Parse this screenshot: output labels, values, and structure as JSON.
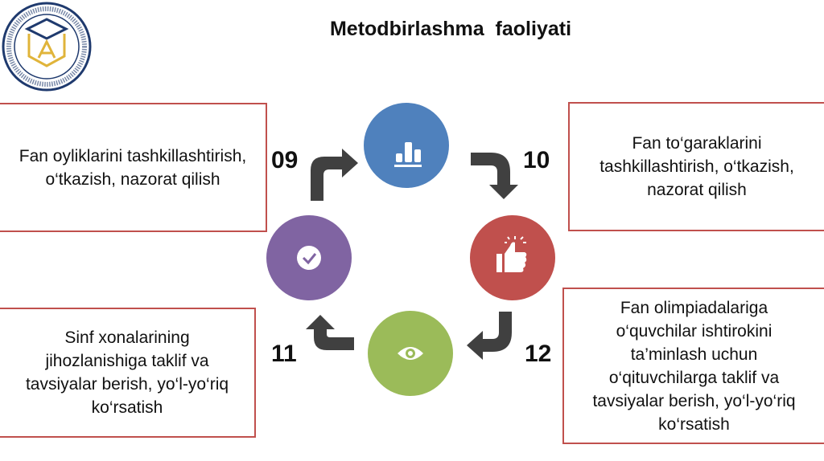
{
  "title": "Metodbirlashma  faoliyati",
  "logo": {
    "text": "SAMARQAND VILOYATI XALQ TA'LIMI XODIMLARINI QAYTA TAYYORLASH VA ULARNING MALAKASINI OSHIRISH HUDUDIY MARKAZI"
  },
  "steps": [
    {
      "number": "09",
      "text": "Fan oyliklarini tashkillashtirish, o‘tkazish, nazorat qilish",
      "icon": "chart-bar-icon",
      "color": "#4f81bd"
    },
    {
      "number": "10",
      "text": "Fan to‘garaklarini tashkillashtirish, o‘tkazish, nazorat qilish",
      "icon": "thumbs-up-icon",
      "color": "#c0504d"
    },
    {
      "number": "11",
      "text": "Sinf xonalarining jihozlanishiga taklif va tavsiyalar berish, yo‘l-yo‘riq ko‘rsatish",
      "icon": "check-icon",
      "color": "#8064a2"
    },
    {
      "number": "12",
      "text": "Fan olimpiadalariga o‘quvchilar ishtirokini ta’minlash uchun o‘qituvchilarga taklif va tavsiyalar berish, yo‘l-yo‘riq ko‘rsatish",
      "icon": "eye-icon",
      "color": "#9bbb59"
    }
  ]
}
